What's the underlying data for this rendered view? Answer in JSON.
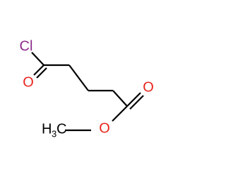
{
  "molecule": {
    "atoms": {
      "chlorine": "Cl",
      "acyl_oxygen": "O",
      "ester_carbonyl_oxygen": "O",
      "ester_oxygen": "O",
      "methyl_main": "H",
      "methyl_sub": "3",
      "methyl_tail": "C"
    },
    "colors": {
      "chlorine": "#8B2A8B",
      "oxygen": "#E8261E",
      "carbon": "#000000",
      "bond": "#000000"
    }
  }
}
